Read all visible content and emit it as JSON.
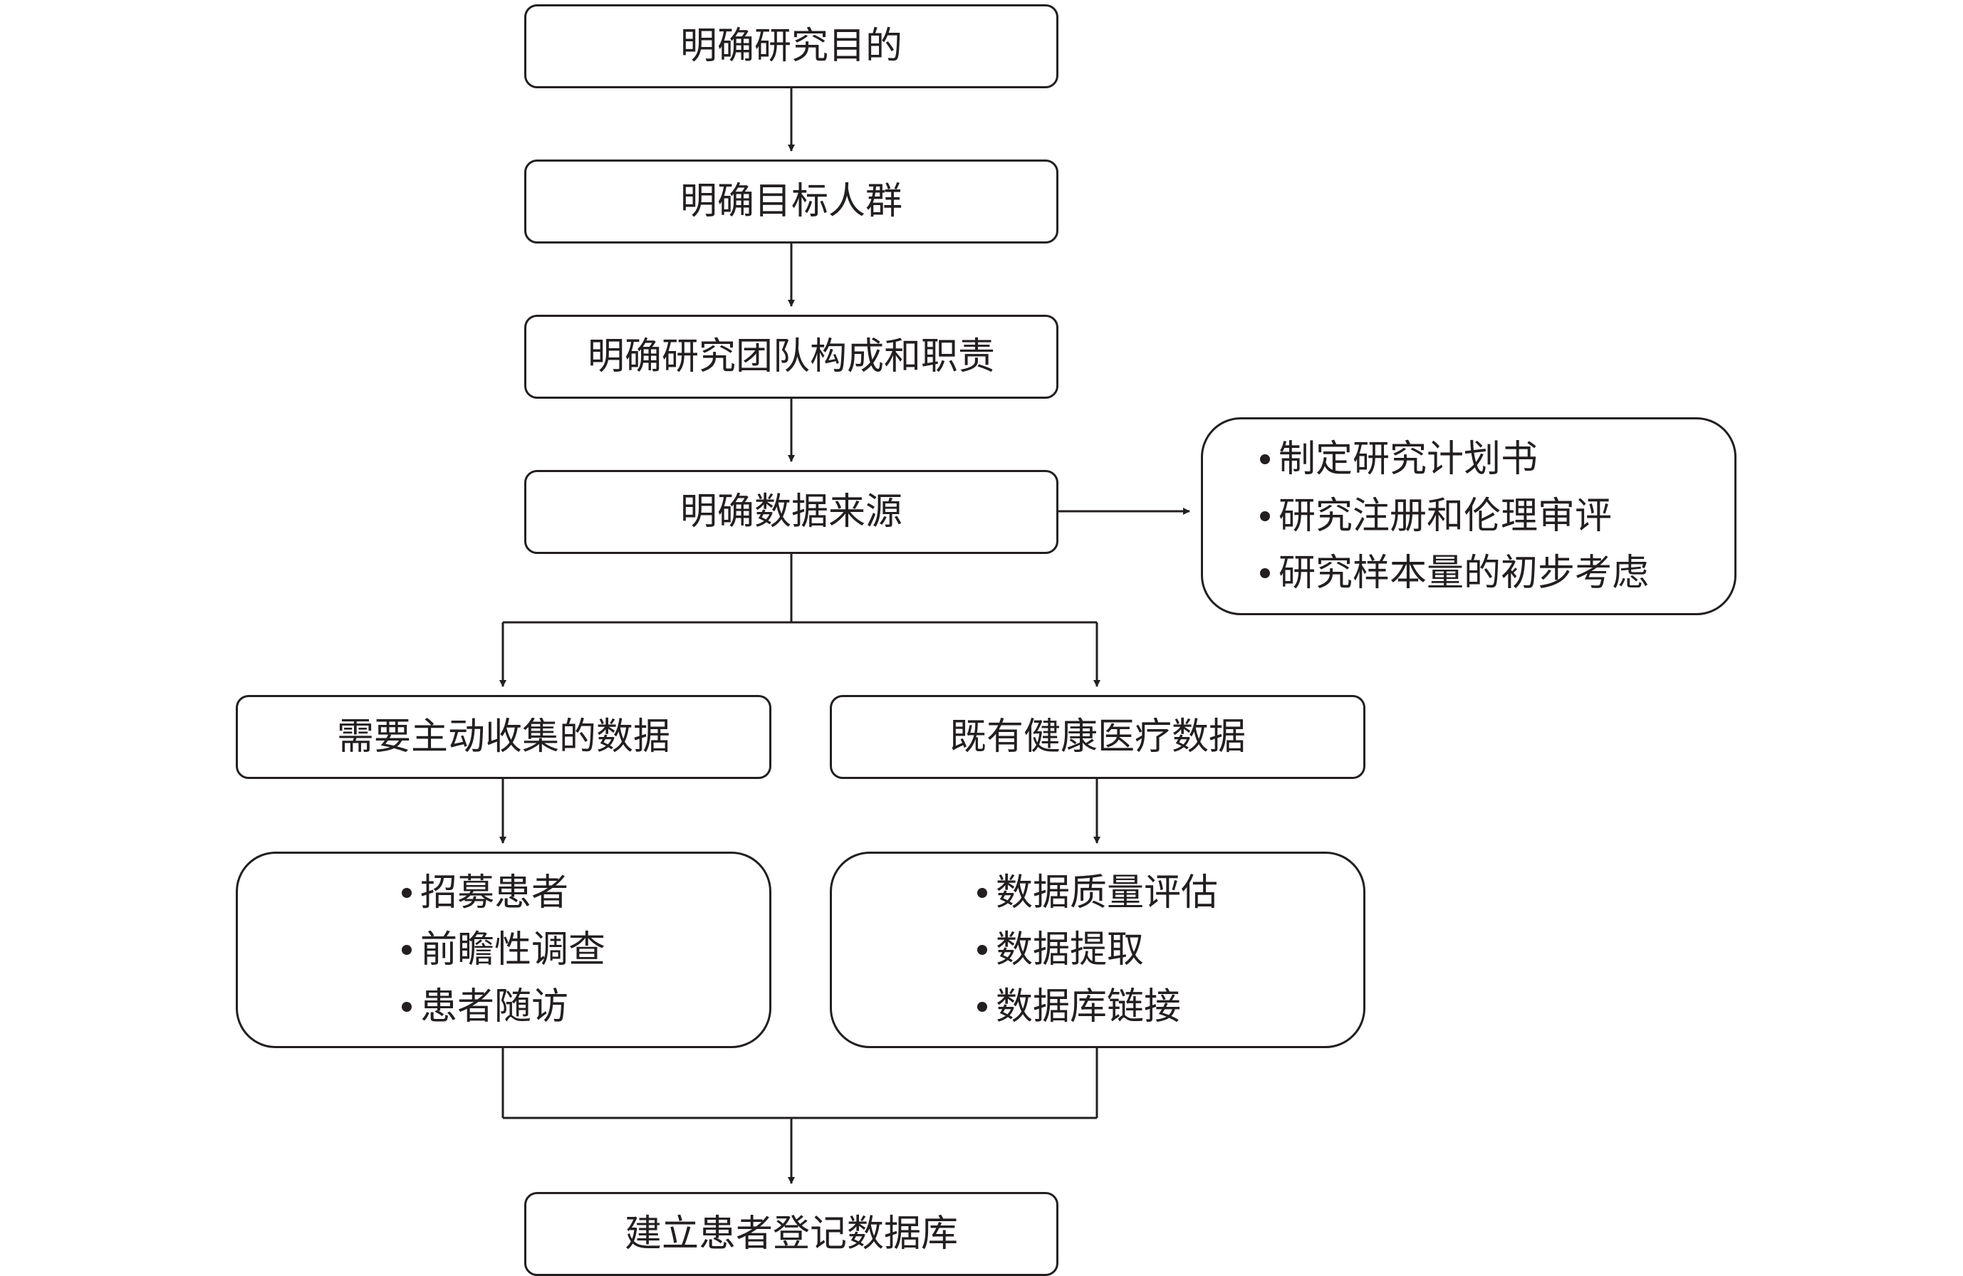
{
  "steps": {
    "s1": "明确研究目的",
    "s2": "明确目标人群",
    "s3": "明确研究团队构成和职责",
    "s4": "明确数据来源",
    "left_branch": "需要主动收集的数据",
    "right_branch": "既有健康医疗数据",
    "final": "建立患者登记数据库"
  },
  "side_note": {
    "items": [
      "制定研究计划书",
      "研究注册和伦理审评",
      "研究样本量的初步考虑"
    ]
  },
  "left_details": {
    "items": [
      "招募患者",
      "前瞻性调查",
      "患者随访"
    ]
  },
  "right_details": {
    "items": [
      "数据质量评估",
      "数据提取",
      "数据库链接"
    ]
  },
  "colors": {
    "line": "#231f20",
    "background": "#ffffff"
  }
}
